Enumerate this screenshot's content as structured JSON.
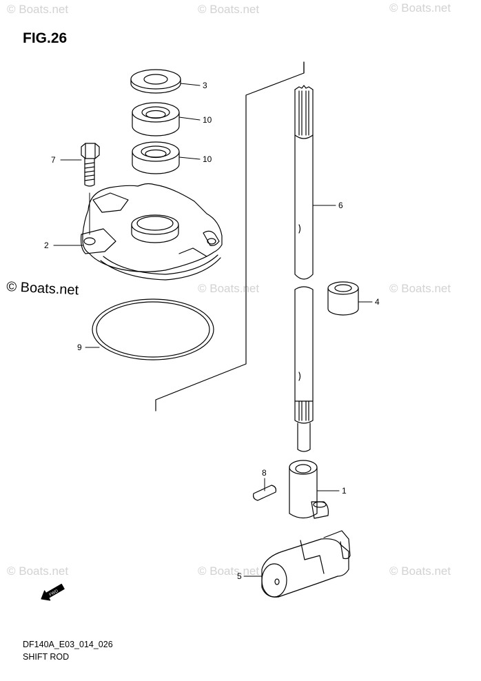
{
  "figure": {
    "title": "FIG.26"
  },
  "footer": {
    "code": "DF140A_E03_014_026",
    "name": "SHIFT ROD"
  },
  "watermark": {
    "text": "© Boats.net"
  },
  "parts": [
    {
      "id": "part-3",
      "label": "3"
    },
    {
      "id": "part-10a",
      "label": "10"
    },
    {
      "id": "part-10b",
      "label": "10"
    },
    {
      "id": "part-7",
      "label": "7"
    },
    {
      "id": "part-6",
      "label": "6"
    },
    {
      "id": "part-2",
      "label": "2"
    },
    {
      "id": "part-4",
      "label": "4"
    },
    {
      "id": "part-9",
      "label": "9"
    },
    {
      "id": "part-8",
      "label": "8"
    },
    {
      "id": "part-1",
      "label": "1"
    },
    {
      "id": "part-5",
      "label": "5"
    }
  ],
  "icons": {
    "forward_arrow": "fwd-arrow-icon"
  },
  "forward_arrow": {
    "text": "FWD"
  }
}
